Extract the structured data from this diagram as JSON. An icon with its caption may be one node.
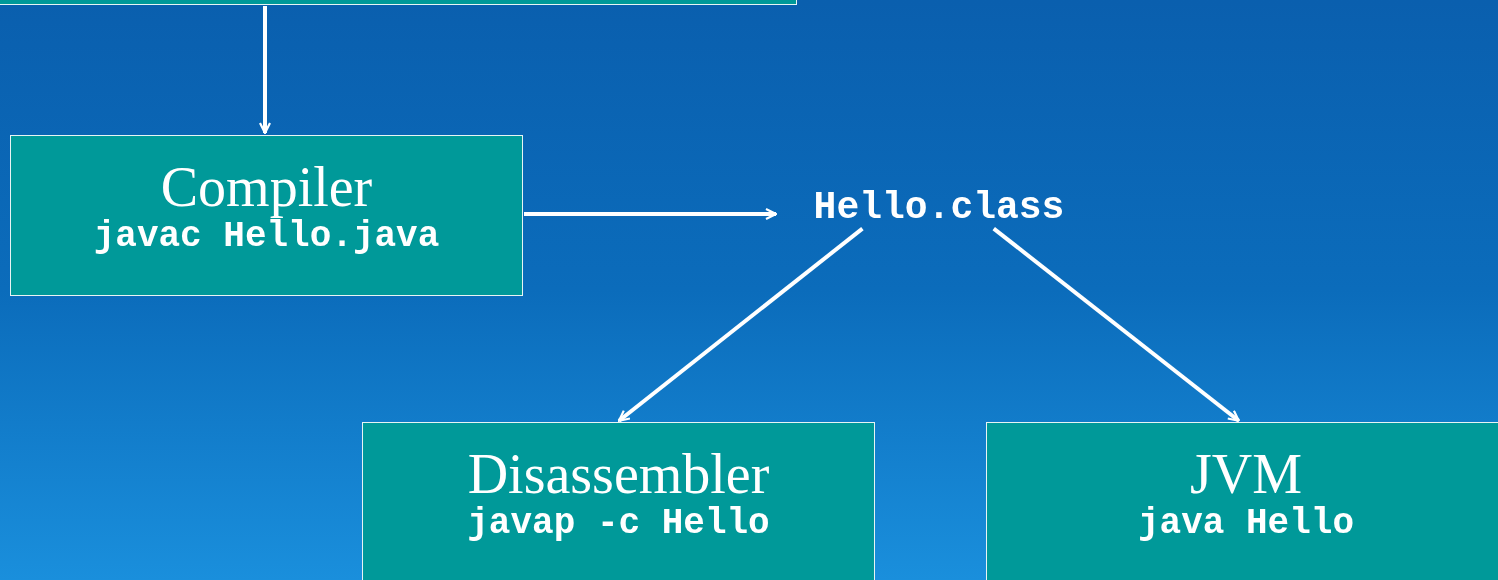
{
  "diagram": {
    "nodes": [
      {
        "text": [],
        "shape": "box"
      },
      {
        "text": [
          "Compiler",
          "javac Hello.java"
        ]
      },
      {
        "text": [
          "Hello.class"
        ]
      },
      {
        "text": [
          "Disassembler",
          "javap -c Hello"
        ]
      },
      {
        "text": [
          "JVM",
          "java Hello"
        ]
      }
    ],
    "edges": [
      {
        "from": 0,
        "to": 1,
        "arrow": "to"
      },
      {
        "from": 1,
        "to": 2,
        "arrow": "to"
      },
      {
        "from": 2,
        "to": 3,
        "arrow": "to"
      },
      {
        "from": 2,
        "to": 4,
        "arrow": "to"
      }
    ]
  }
}
